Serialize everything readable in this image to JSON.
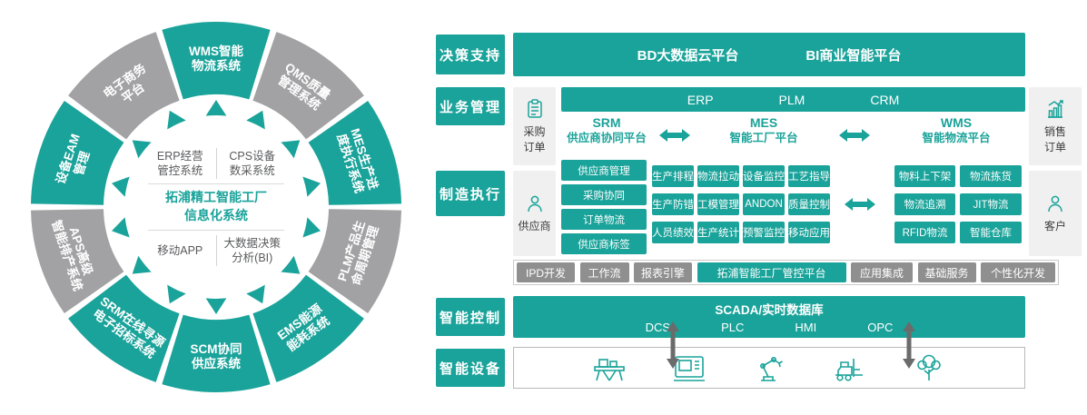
{
  "colors": {
    "teal": "#1aa39a",
    "segment_gray": "#a2a2a4",
    "box_gray": "#8f8f8f",
    "panel_gray": "#f0f0f0"
  },
  "wheel": {
    "segments": [
      {
        "id": "wms",
        "lines": [
          "WMS智能",
          "物流系统"
        ],
        "color": "teal"
      },
      {
        "id": "qms",
        "lines": [
          "QMS质量",
          "管理系统"
        ],
        "color": "gray"
      },
      {
        "id": "mes",
        "lines": [
          "MES生产进",
          "度执行系统"
        ],
        "color": "teal"
      },
      {
        "id": "plm",
        "lines": [
          "PLM产品生",
          "命周期管理"
        ],
        "color": "gray"
      },
      {
        "id": "ems",
        "lines": [
          "EMS能源",
          "能耗系统"
        ],
        "color": "teal"
      },
      {
        "id": "scm",
        "lines": [
          "SCM协同",
          "供应系统"
        ],
        "color": "teal"
      },
      {
        "id": "srm",
        "lines": [
          "SRM在线寻源",
          "电子招标系统"
        ],
        "color": "teal"
      },
      {
        "id": "aps",
        "lines": [
          "APS高级",
          "智能排产系统"
        ],
        "color": "gray"
      },
      {
        "id": "eam",
        "lines": [
          "设备EAM",
          "管理"
        ],
        "color": "teal"
      },
      {
        "id": "ecommerce",
        "lines": [
          "电子商务",
          "平台"
        ],
        "color": "gray"
      }
    ],
    "center": {
      "top_left": [
        "ERP经营",
        "管控系统"
      ],
      "top_right": [
        "CPS设备",
        "数采系统"
      ],
      "middle": [
        "拓浦精工智能工厂",
        "信息化系统"
      ],
      "bottom_left": [
        "移动APP"
      ],
      "bottom_right": [
        "大数据决策",
        "分析(BI)"
      ]
    }
  },
  "right": {
    "row_labels": [
      "决策支持",
      "业务管理",
      "制造执行",
      "智能控制",
      "智能设备"
    ],
    "decision": {
      "items": [
        "BD大数据云平台",
        "BI商业智能平台"
      ]
    },
    "business": {
      "header": [
        "ERP",
        "PLM",
        "CRM"
      ],
      "platforms": [
        {
          "name": "SRM",
          "sub": "供应商协同平台"
        },
        {
          "name": "MES",
          "sub": "智能工厂平台"
        },
        {
          "name": "WMS",
          "sub": "智能物流平台"
        }
      ]
    },
    "sides": {
      "purchase": [
        "采购",
        "订单"
      ],
      "supplier": "供应商",
      "sales": [
        "销售",
        "订单"
      ],
      "customer": "客户"
    },
    "execution": {
      "srm": [
        "供应商管理",
        "采购协同",
        "订单物流",
        "供应商标签"
      ],
      "mes": [
        [
          "生产排程",
          "物流拉动",
          "设备监控",
          "工艺指导"
        ],
        [
          "生产防错",
          "工模管理",
          "ANDON",
          "质量控制"
        ],
        [
          "人员绩效",
          "生产统计",
          "预警监控",
          "移动应用"
        ]
      ],
      "wms": [
        [
          "物料上下架",
          "物流拣货"
        ],
        [
          "物流追溯",
          "JIT物流"
        ],
        [
          "RFID物流",
          "智能仓库"
        ]
      ]
    },
    "middleware": [
      "IPD开发",
      "工作流",
      "报表引擎",
      "拓浦智能工厂管控平台",
      "应用集成",
      "基础服务",
      "个性化开发"
    ],
    "control": {
      "title": "SCADA/实时数据库",
      "items": [
        "DCS",
        "PLC",
        "HMI",
        "OPC"
      ]
    },
    "devices": {
      "icons": [
        "workbench",
        "cnc-machine",
        "robot-arm",
        "forklift",
        "tree"
      ]
    }
  }
}
